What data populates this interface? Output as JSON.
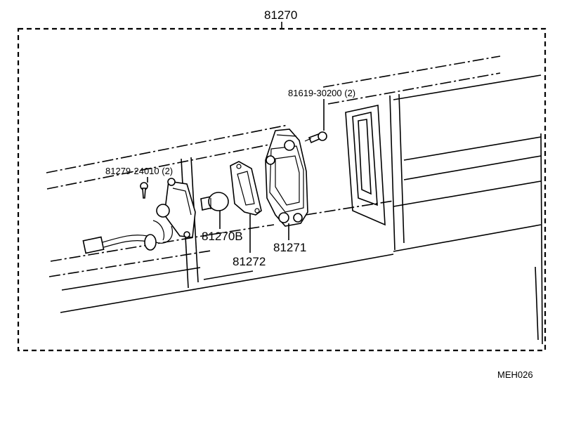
{
  "assembly": {
    "number": "81270"
  },
  "callouts": [
    {
      "id": "screw-upper",
      "text": "81619-30200 (2)"
    },
    {
      "id": "screw-lower",
      "text": "81279-24010 (2)"
    },
    {
      "id": "bulb",
      "text": "81270B"
    },
    {
      "id": "lens",
      "text": "81271"
    },
    {
      "id": "gasket",
      "text": "81272"
    }
  ],
  "figure_code": "MEH026"
}
